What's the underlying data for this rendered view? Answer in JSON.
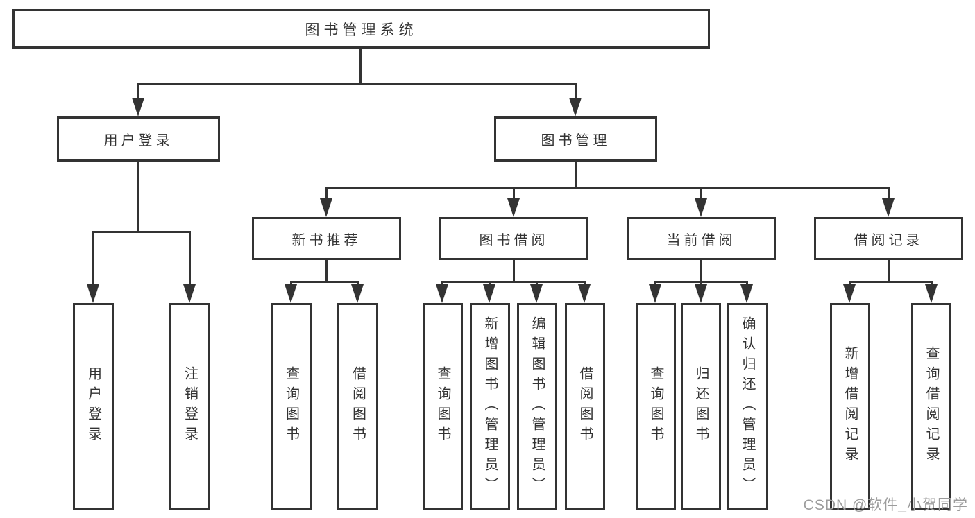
{
  "page": {
    "background": "#ffffff"
  },
  "diagram": {
    "title": "图书管理系统",
    "line_color": "#333333",
    "text_color": "#333333",
    "level2": [
      {
        "id": "user-login",
        "label": "用户登录"
      },
      {
        "id": "book-management",
        "label": "图书管理"
      }
    ],
    "level3": [
      {
        "id": "new-book-recommend",
        "label": "新书推荐"
      },
      {
        "id": "book-borrow",
        "label": "图书借阅"
      },
      {
        "id": "current-borrow",
        "label": "当前借阅"
      },
      {
        "id": "borrow-records",
        "label": "借阅记录"
      }
    ],
    "leaves": {
      "user_login": [
        "用户登录",
        "注销登录"
      ],
      "new_book_recommend": [
        "查询图书",
        "借阅图书"
      ],
      "book_borrow": [
        "查询图书",
        "新增图书（管理员）",
        "编辑图书（管理员）",
        "借阅图书"
      ],
      "current_borrow": [
        "查询图书",
        "归还图书",
        "确认归还（管理员）"
      ],
      "borrow_records": [
        "新增借阅记录",
        "查询借阅记录"
      ]
    }
  },
  "watermark": {
    "text": "CSDN @软件_小贺同学",
    "color": "#9c9c9c"
  }
}
